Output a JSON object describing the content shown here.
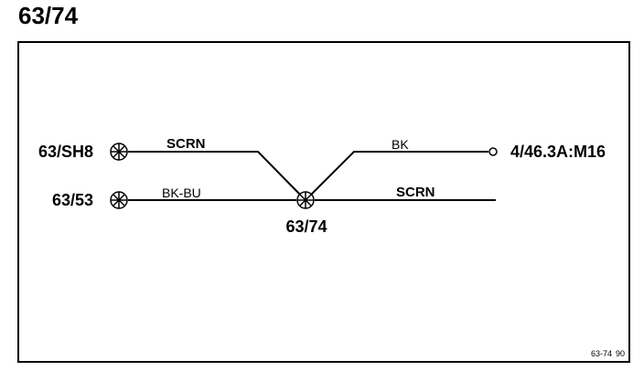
{
  "title": "63/74",
  "connectors": {
    "left_top": "63/SH8",
    "left_bottom": "63/53",
    "center": "63/74",
    "right_top": "4/46.3A:M16"
  },
  "wires": {
    "left_top": "SCRN",
    "left_bottom": "BK-BU",
    "right_top": "BK",
    "right_bottom": "SCRN"
  },
  "footer": {
    "ref": "63-74",
    "num": "90"
  },
  "colors": {
    "line": "#000000",
    "background": "#ffffff"
  }
}
